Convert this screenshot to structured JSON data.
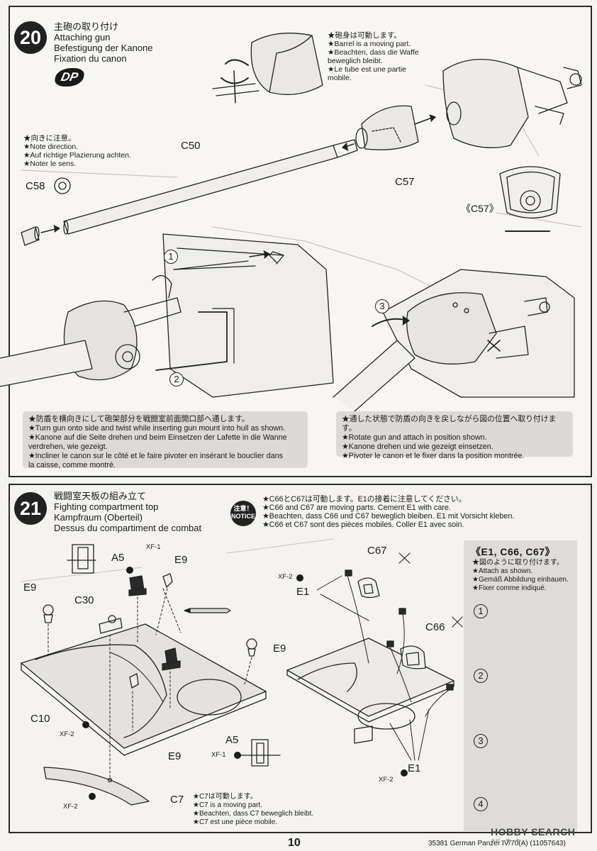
{
  "step20": {
    "number": "20",
    "title_jp": "主砲の取り付け",
    "title_en": "Attaching gun",
    "title_de": "Befestigung der Kanone",
    "title_fr": "Fixation du canon",
    "badge": "DP",
    "moving_note": [
      "★砲身は可動します。",
      "★Barrel is a moving part.",
      "★Beachten, dass die Waffe",
      "beweglich bleibt.",
      "★Le tube est une partie",
      "mobile."
    ],
    "direction_note": [
      "★向きに注意。",
      "★Note direction.",
      "★Auf richtige Plazierung achten.",
      "★Noter le sens."
    ],
    "labels": {
      "c50": "C50",
      "c58": "C58",
      "c57": "C57",
      "c57_detail": "《C57》"
    },
    "step_markers": [
      "1",
      "2",
      "3"
    ],
    "instruction_left": [
      "★防盾を横向きにして砲架部分を戦闘室前面開口部へ通します。",
      "★Turn gun onto side and twist while inserting gun mount into hull as shown.",
      "★Kanone auf die Seite drehen und beim Einsetzen der Lafette in die Wanne",
      "verdrehen, wie gezeigt.",
      "★Incliner le canon sur le côté et le faire pivoter en insérant le bouclier dans",
      "la caisse, comme montré."
    ],
    "instruction_right": [
      "★通した状態で防盾の向きを戻しながら図の位置へ取り付けます。",
      "★Rotate gun and attach in position shown.",
      "★Kanone drehen und wie gezeigt einsetzen.",
      "★Pivoter le canon et le fixer dans la position montrée."
    ]
  },
  "step21": {
    "number": "21",
    "title_jp": "戦闘室天板の組み立て",
    "title_en": "Fighting compartment top",
    "title_de": "Kampfraum (Oberteil)",
    "title_fr": "Dessus du compartiment de combat",
    "notice_badge": "注意！ NOTICE",
    "notice": [
      "★C66とC67は可動します。E1の接着に注意してください。",
      "★C66 and C67 are moving parts. Cement E1 with care.",
      "★Beachten, dass C66 und C67 beweglich bleiben. E1 mit Vorsicht kleben.",
      "★C66 et C67 sont des pièces mobiles. Coller E1 avec soin."
    ],
    "labels": {
      "a5_top": "A5",
      "xf1_top": "XF-1",
      "e9_top": "E9",
      "e9_left": "E9",
      "c30": "C30",
      "e9_right": "E9",
      "c10": "C10",
      "xf2_left": "XF-2",
      "a5_bottom": "A5",
      "xf1_bottom": "XF-1",
      "e9_bottom": "E9",
      "xf2_bottom": "XF-2",
      "c7": "C7",
      "c67": "C67",
      "xf2_mid": "XF-2",
      "e1_top": "E1",
      "c66": "C66",
      "e1_bottom": "E1",
      "xf2_mid_bottom": "XF-2"
    },
    "c7_note": [
      "★C7は可動します。",
      "★C7 is a moving part.",
      "★Beachten, dass C7 beweglich bleibt.",
      "★C7 est une pièce mobile."
    ],
    "sidebar": {
      "header": "《E1, C66, C67》",
      "lines": [
        "★図のように取り付けます。",
        "★Attach as shown.",
        "★Gemäß Abbildung einbauen.",
        "★Fixer comme indiqué."
      ],
      "steps": [
        "1",
        "2",
        "3",
        "4"
      ]
    }
  },
  "footer": {
    "page_number": "10",
    "kit": "35381  German Panzer IV/70(A) (11057643)",
    "logo": "HOBBY SEARCH",
    "logo_sub": "ホビーサーチ"
  }
}
